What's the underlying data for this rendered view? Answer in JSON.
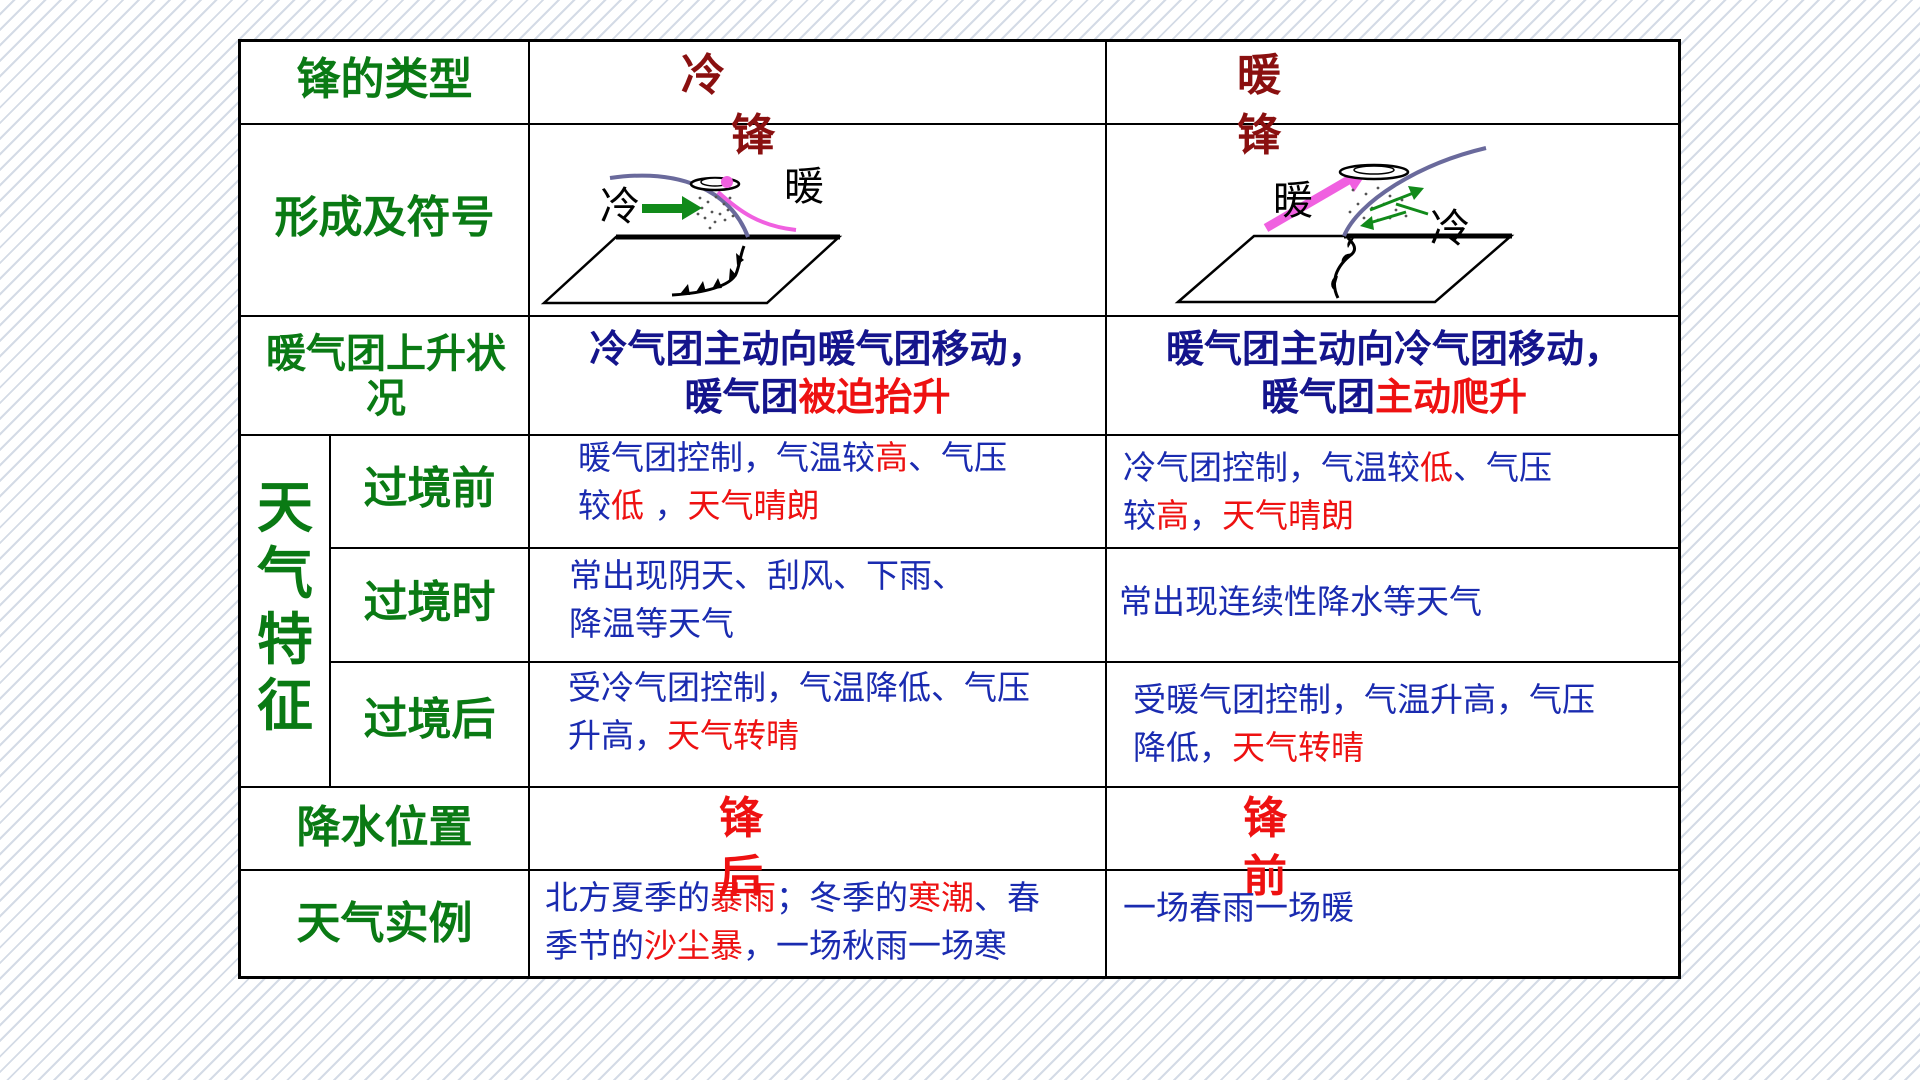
{
  "rows": {
    "type_label": "锋的类型",
    "formation_label": "形成及符号",
    "rise_label": "暖气团上升状况",
    "weather_label": "天气特征",
    "before_label": "过境前",
    "during_label": "过境时",
    "after_label": "过境后",
    "precip_label": "降水位置",
    "example_label": "天气实例"
  },
  "cold_front": {
    "title_1": "冷",
    "title_2": "锋",
    "diagram": {
      "cold_label": "冷",
      "warm_label": "暖"
    },
    "rise": {
      "line1": "冷气团主动向暖气团移动，",
      "line2_a": "暖气团",
      "line2_b": "被迫抬升"
    },
    "before": {
      "a": "暖气团控制，气温较",
      "b": "高",
      "c": "、气压",
      "d": "较",
      "e": "低",
      "f": "  ，",
      "g": "天气晴朗"
    },
    "during": {
      "line1": "常出现阴天、刮风、下雨、",
      "line2": "降温等天气"
    },
    "after": {
      "a": "受冷气团控制，气温降低、气压",
      "b": "升高，",
      "c": "天气转晴"
    },
    "precip_1": "锋",
    "precip_2": "后",
    "example": {
      "a": "北方夏季的",
      "b": "暴雨",
      "c": "；冬季的",
      "d": "寒潮",
      "e": "、春",
      "f": "季节的",
      "g": "沙尘暴",
      "h": "，一场秋雨一场寒"
    }
  },
  "warm_front": {
    "title_1": "暖",
    "title_2": "锋",
    "diagram": {
      "warm_label": "暖",
      "cold_label": "冷"
    },
    "rise": {
      "line1": "暖气团主动向冷气团移动，",
      "line2_a": "暖气团",
      "line2_b": "主动爬升"
    },
    "before": {
      "a": "冷气团控制，气温较",
      "b": "低",
      "c": "、气压",
      "d": "较",
      "e": "高",
      "f": "，",
      "g": "天气晴朗"
    },
    "during": {
      "line1": "常出现连续性降水等天气"
    },
    "after": {
      "a": "受暖气团控制，气温升高，气压",
      "b": "降低，",
      "c": "天气转晴"
    },
    "precip_1": "锋",
    "precip_2": "前",
    "example": {
      "a": "一场春雨一场暖"
    }
  },
  "colors": {
    "label_green": "#0a7a14",
    "text_blue": "#1a2bb0",
    "highlight_red": "#ee1111",
    "title_dark_red": "#8a1010"
  }
}
